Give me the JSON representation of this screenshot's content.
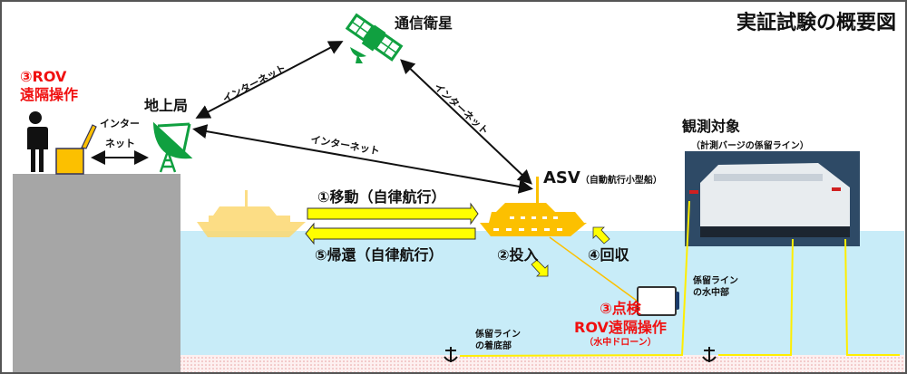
{
  "title": "実証試験の概要図",
  "satellite_label": "通信衛星",
  "ground_station_label": "地上局",
  "rov_remote_operator": {
    "line1": "③ROV",
    "line2": "遠隔操作"
  },
  "internet_short": {
    "line1": "インター",
    "line2": "ネット"
  },
  "internet_labels": [
    "インターネット",
    "インターネット",
    "インターネット"
  ],
  "asv_label": "ASV",
  "asv_sub": "（自動航行小型船）",
  "target_label": "観測対象",
  "target_sub": "（計測バージの係留ライン）",
  "steps": {
    "move": "①移動（自律航行）",
    "return": "⑤帰還（自律航行）",
    "deploy": "②投入",
    "recover": "④回収",
    "inspect_line1": "③点検",
    "inspect_line2": "ROV遠隔操作",
    "inspect_sub": "（水中ドローン）"
  },
  "mooring_bottom": {
    "line1": "係留ライン",
    "line2": "の着底部"
  },
  "mooring_water": {
    "line1": "係留ライン",
    "line2": "の水中部"
  },
  "colors": {
    "green": "#10a040",
    "yellow": "#fcc000",
    "arrow_yellow": "#ffff00",
    "sea": "#c8ecf8",
    "land": "#a6a6a6",
    "red": "#f01010"
  }
}
